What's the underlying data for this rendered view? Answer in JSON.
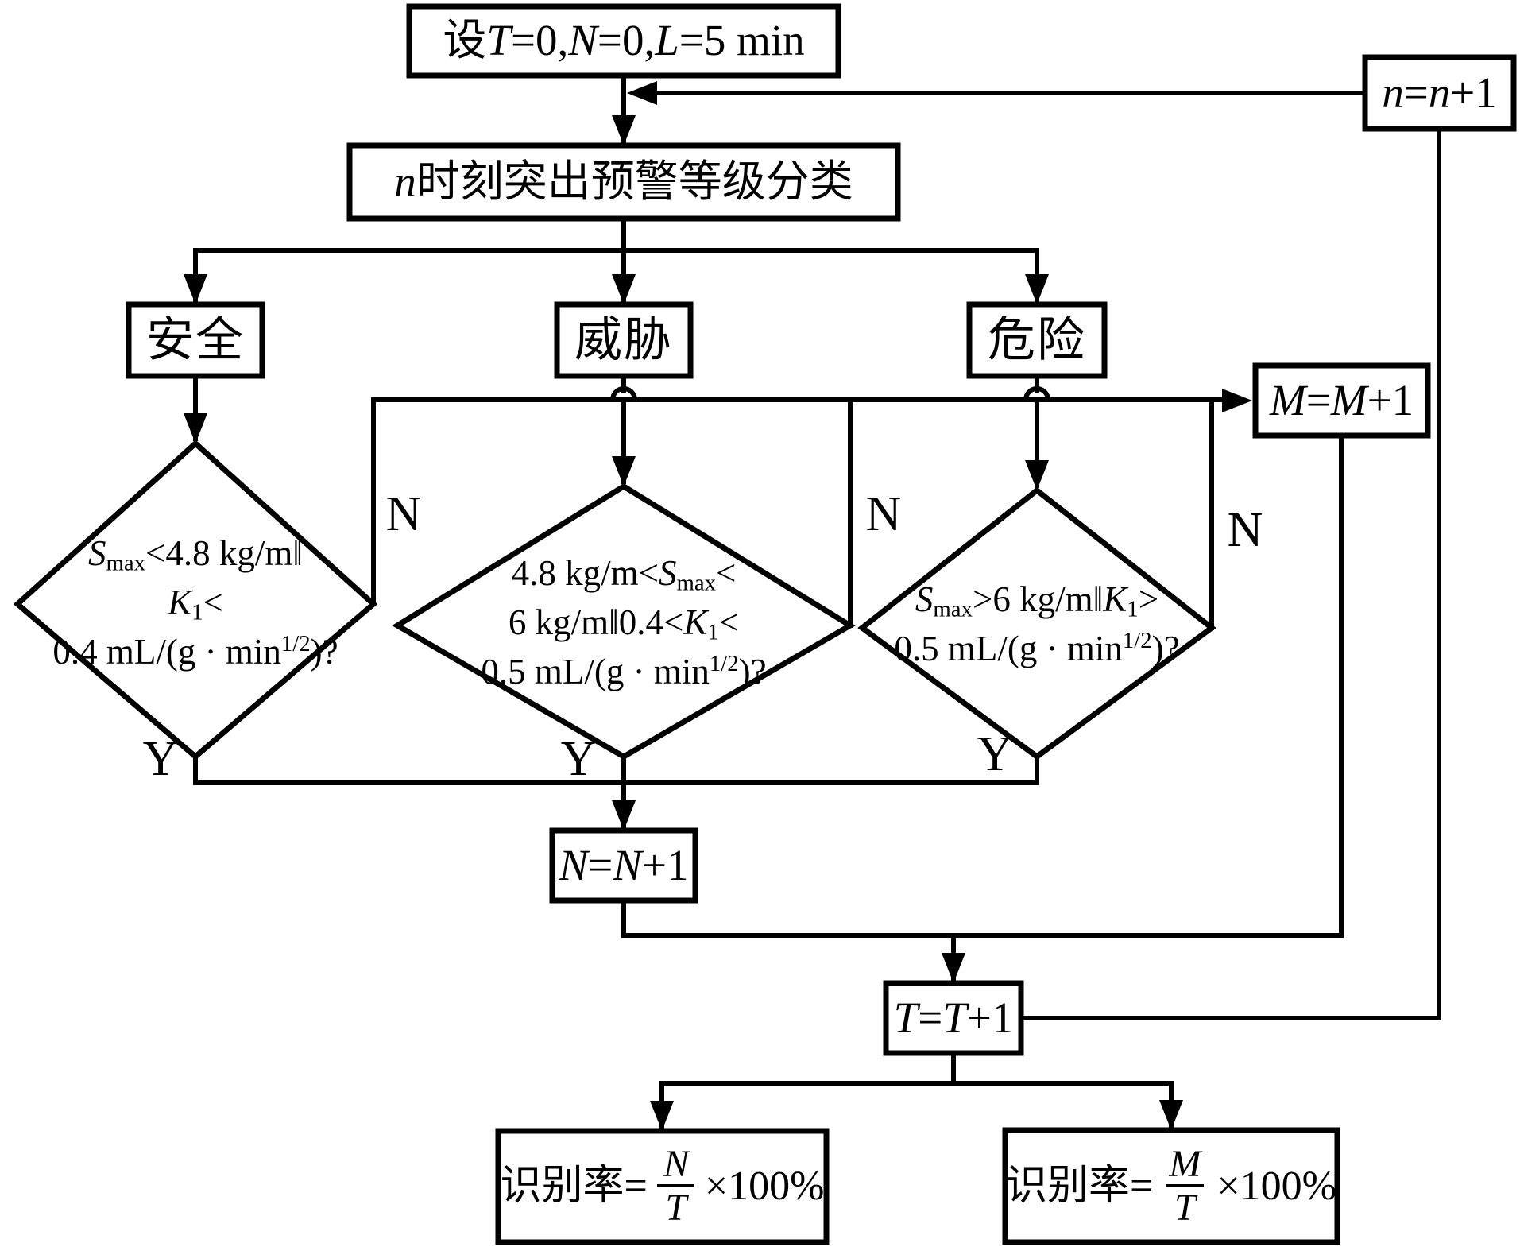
{
  "colors": {
    "line": "#000000",
    "background": "#ffffff"
  },
  "nodes": {
    "start": {
      "runs": [
        {
          "t": "设 "
        },
        {
          "t": "T",
          "s": "it"
        },
        {
          "t": "=0,"
        },
        {
          "t": "N",
          "s": "it"
        },
        {
          "t": "=0,"
        },
        {
          "t": "L",
          "s": "it"
        },
        {
          "t": "=5 min"
        }
      ]
    },
    "n_increment": {
      "runs": [
        {
          "t": "n",
          "s": "it"
        },
        {
          "t": "="
        },
        {
          "t": "n",
          "s": "it"
        },
        {
          "t": "+1"
        }
      ]
    },
    "classify": {
      "runs": [
        {
          "t": "n",
          "s": "it"
        },
        {
          "t": " 时刻突出预警等级分类"
        }
      ]
    },
    "safe": {
      "label": "安全"
    },
    "threat": {
      "label": "威胁"
    },
    "danger": {
      "label": "危险"
    },
    "m_increment": {
      "runs": [
        {
          "t": "M",
          "s": "it"
        },
        {
          "t": "="
        },
        {
          "t": "M",
          "s": "it"
        },
        {
          "t": "+1"
        }
      ]
    },
    "decision_safe": {
      "lines": [
        [
          {
            "t": "S",
            "s": "it"
          },
          {
            "t": "max",
            "s": "sub"
          },
          {
            "t": "<4.8 kg/m‖"
          }
        ],
        [
          {
            "t": "K",
            "s": "it"
          },
          {
            "t": "1",
            "s": "sub"
          },
          {
            "t": "<"
          }
        ],
        [
          {
            "t": "0.4 mL/(g · min"
          },
          {
            "t": "1/2",
            "s": "sup"
          },
          {
            "t": ")?"
          }
        ]
      ]
    },
    "decision_threat": {
      "lines": [
        [
          {
            "t": "4.8 kg/m<"
          },
          {
            "t": "S",
            "s": "it"
          },
          {
            "t": "max",
            "s": "sub"
          },
          {
            "t": "<"
          }
        ],
        [
          {
            "t": "6 kg/m‖0.4<"
          },
          {
            "t": "K",
            "s": "it"
          },
          {
            "t": "1",
            "s": "sub"
          },
          {
            "t": "<"
          }
        ],
        [
          {
            "t": "0.5 mL/(g · min"
          },
          {
            "t": "1/2",
            "s": "sup"
          },
          {
            "t": ")?"
          }
        ]
      ]
    },
    "decision_danger": {
      "lines": [
        [
          {
            "t": "S",
            "s": "it"
          },
          {
            "t": "max",
            "s": "sub"
          },
          {
            "t": ">6 kg/m‖"
          },
          {
            "t": "K",
            "s": "it"
          },
          {
            "t": "1",
            "s": "sub"
          },
          {
            "t": ">"
          }
        ],
        [
          {
            "t": "0.5 mL/(g · min"
          },
          {
            "t": "1/2",
            "s": "sup"
          },
          {
            "t": ")?"
          }
        ]
      ]
    },
    "n_counter": {
      "runs": [
        {
          "t": "N",
          "s": "it"
        },
        {
          "t": "="
        },
        {
          "t": "N",
          "s": "it"
        },
        {
          "t": "+1"
        }
      ]
    },
    "t_counter": {
      "runs": [
        {
          "t": "T",
          "s": "it"
        },
        {
          "t": "="
        },
        {
          "t": "T",
          "s": "it"
        },
        {
          "t": "+1"
        }
      ]
    },
    "result_n": {
      "prefix": "识别率=",
      "numerator": "N",
      "denominator": "T",
      "suffix": "×100%"
    },
    "result_m": {
      "prefix": "识别率=",
      "numerator": "M",
      "denominator": "T",
      "suffix": "×100%"
    }
  },
  "edge_labels": {
    "yes": "Y",
    "no": "N"
  }
}
